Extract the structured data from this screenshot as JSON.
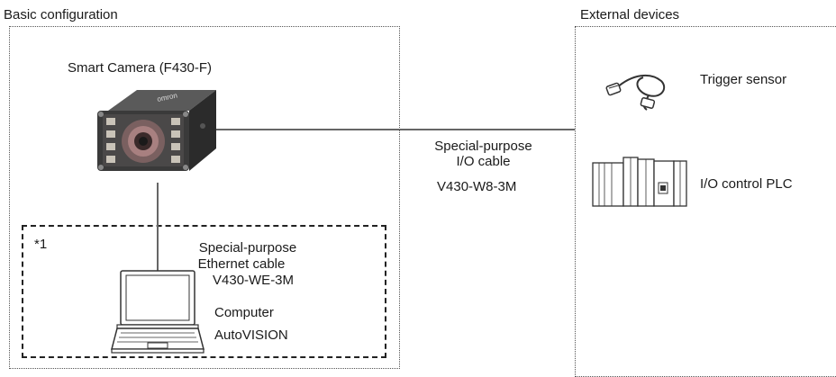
{
  "basic": {
    "title": "Basic configuration",
    "camera_label": "Smart Camera (F430-F)",
    "camera_brand": "omron",
    "ethernet": {
      "line1": "Special-purpose",
      "line2": "Ethernet cable",
      "line3": "V430-WE-3M"
    },
    "note": "*1",
    "computer_label": "Computer",
    "software_label": "AutoVISION"
  },
  "io_cable": {
    "line1": "Special-purpose",
    "line2": "I/O cable",
    "line3": "V430-W8-3M"
  },
  "external": {
    "title": "External devices",
    "trigger_label": "Trigger sensor",
    "plc_label": "I/O control PLC"
  },
  "icons": {
    "camera": "smart-camera-icon",
    "laptop": "laptop-icon",
    "sensor": "trigger-sensor-icon",
    "plc": "plc-icon"
  }
}
